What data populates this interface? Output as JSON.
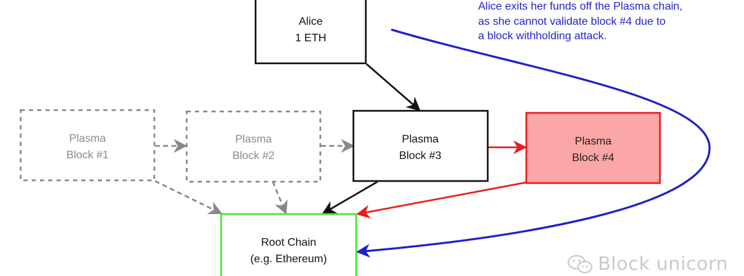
{
  "nodes": {
    "alice": {
      "lines": [
        "Alice",
        "1 ETH"
      ],
      "style": "solid",
      "stroke": "#111111",
      "fill": "#ffffff",
      "text": "#111111"
    },
    "block1": {
      "lines": [
        "Plasma",
        "Block #1"
      ],
      "style": "dashed",
      "stroke": "#888888",
      "fill": "#ffffff",
      "text": "#8a8a8a"
    },
    "block2": {
      "lines": [
        "Plasma",
        "Block #2"
      ],
      "style": "dashed",
      "stroke": "#888888",
      "fill": "#ffffff",
      "text": "#8a8a8a"
    },
    "block3": {
      "lines": [
        "Plasma",
        "Block #3"
      ],
      "style": "solid",
      "stroke": "#111111",
      "fill": "#ffffff",
      "text": "#111111"
    },
    "block4": {
      "lines": [
        "Plasma",
        "Block #4"
      ],
      "style": "solid",
      "stroke": "#e81c1c",
      "fill": "#fca7a7",
      "text": "#2a1a1a"
    },
    "root": {
      "lines": [
        "Root Chain",
        "(e.g. Ethereum)"
      ],
      "style": "solid",
      "stroke": "#44e62e",
      "fill": "#ffffff",
      "text": "#111111"
    }
  },
  "edges": [
    {
      "from": "alice",
      "to": "block3",
      "color": "#111111",
      "style": "solid"
    },
    {
      "from": "block1",
      "to": "block2",
      "color": "#888888",
      "style": "dashed"
    },
    {
      "from": "block2",
      "to": "block3",
      "color": "#888888",
      "style": "dashed"
    },
    {
      "from": "block1",
      "to": "root",
      "color": "#888888",
      "style": "dashed"
    },
    {
      "from": "block2",
      "to": "root",
      "color": "#888888",
      "style": "dashed"
    },
    {
      "from": "block3",
      "to": "root",
      "color": "#111111",
      "style": "solid"
    },
    {
      "from": "block3",
      "to": "block4",
      "color": "#e81c1c",
      "style": "solid"
    },
    {
      "from": "block4",
      "to": "root",
      "color": "#e81c1c",
      "style": "solid"
    },
    {
      "from": "alice",
      "to": "root",
      "color": "#1f1fc8",
      "style": "curved-exit"
    }
  ],
  "annotation": {
    "lines": [
      "Alice exits her funds off the Plasma chain,",
      "as she cannot validate block #4 due to",
      "a block withholding attack."
    ],
    "color": "#2222cc"
  },
  "watermark": {
    "text": "Block unicorn",
    "icon": "wechat-icon",
    "color": "#c9c9c9"
  }
}
